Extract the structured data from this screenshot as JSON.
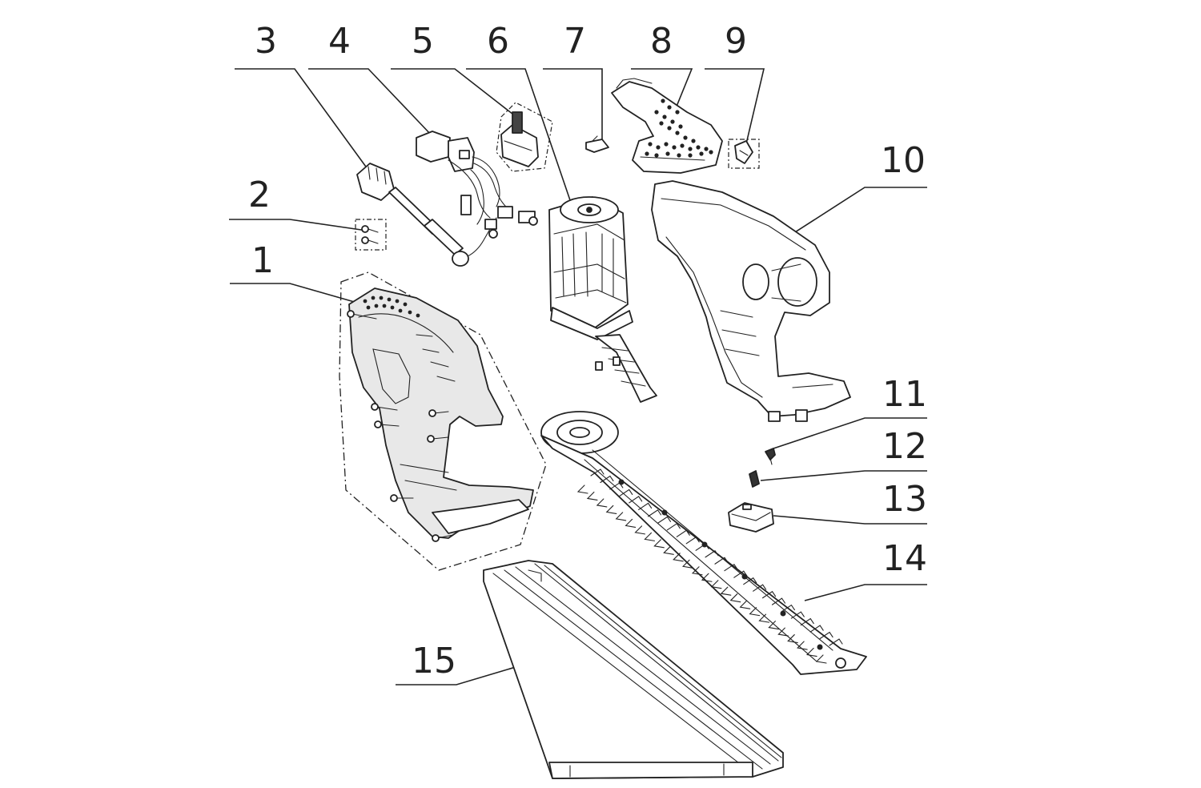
{
  "diagram": {
    "callouts": [
      {
        "number": "1"
      },
      {
        "number": "2"
      },
      {
        "number": "3"
      },
      {
        "number": "4"
      },
      {
        "number": "5"
      },
      {
        "number": "6"
      },
      {
        "number": "7"
      },
      {
        "number": "8"
      },
      {
        "number": "9"
      },
      {
        "number": "10"
      },
      {
        "number": "11"
      },
      {
        "number": "12"
      },
      {
        "number": "13"
      },
      {
        "number": "14"
      },
      {
        "number": "15"
      }
    ]
  }
}
